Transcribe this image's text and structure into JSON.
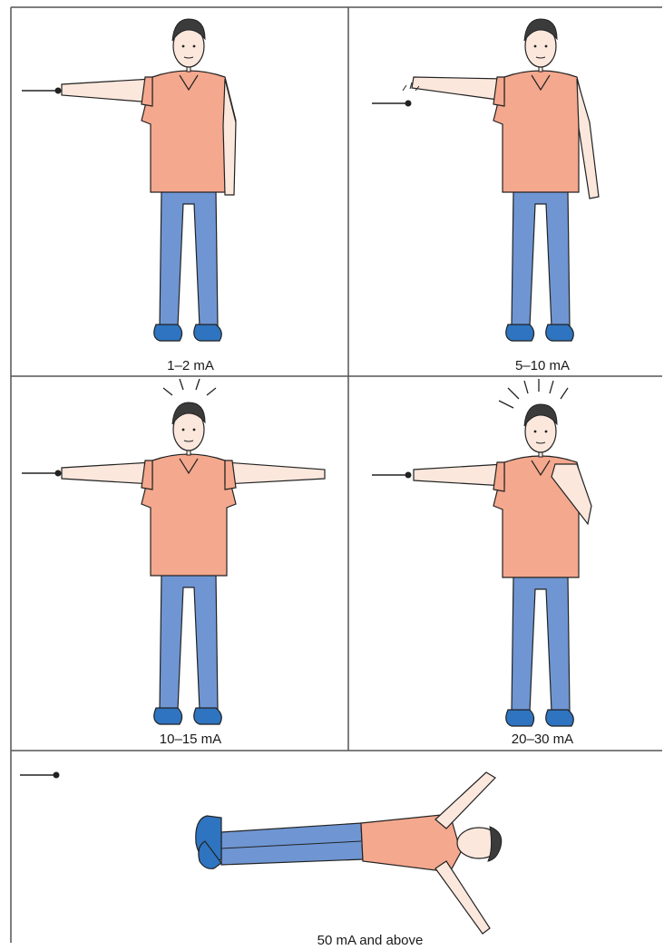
{
  "panels": [
    {
      "label": "1–2 mA",
      "pose": "one-arm-touch",
      "reaction": "none"
    },
    {
      "label": "5–10 mA",
      "pose": "arm-withdrawn",
      "reaction": "spark"
    },
    {
      "label": "10–15 mA",
      "pose": "arms-extended",
      "reaction": "shock-rays"
    },
    {
      "label": "20–30 mA",
      "pose": "hand-to-throat",
      "reaction": "strong-shock-rays"
    },
    {
      "label": "50 mA and above",
      "pose": "lying-down",
      "reaction": "collapsed"
    }
  ],
  "colors": {
    "shirt": "#f4a88e",
    "pants": "#6f96d3",
    "shoes": "#2f74c0",
    "skin": "#fbe7dc",
    "hair": "#3b3b3b",
    "outline": "#222222",
    "grid": "#555555"
  }
}
